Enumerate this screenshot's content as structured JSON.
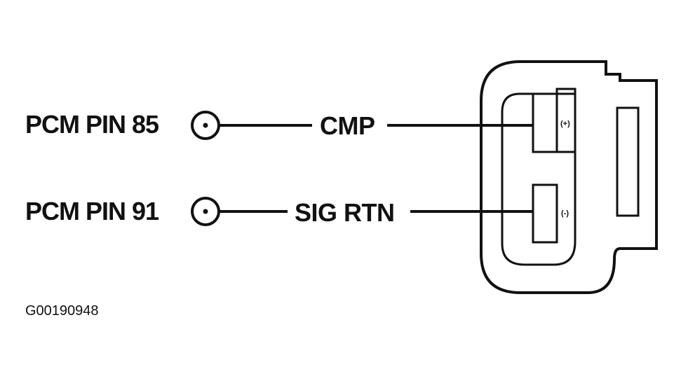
{
  "diagram": {
    "rows": [
      {
        "pin_label": "PCM PIN 85",
        "signal_label": "CMP",
        "terminal_polarity": "(+)"
      },
      {
        "pin_label": "PCM PIN 91",
        "signal_label": "SIG RTN",
        "terminal_polarity": "(-)"
      }
    ],
    "figure_code": "G00190948"
  }
}
